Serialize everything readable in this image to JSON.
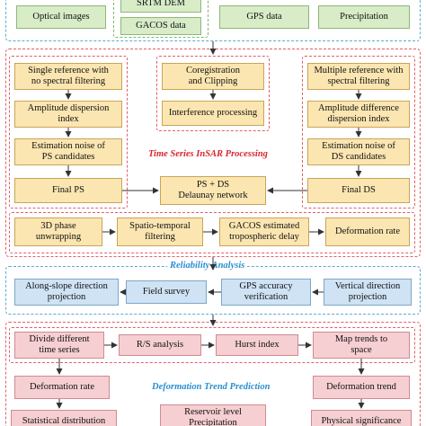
{
  "data_sources": {
    "optical": "Optical images",
    "srtm": "SRTM DEM",
    "gacos": "GACOS data",
    "gps": "GPS data",
    "precip": "Precipitation"
  },
  "insar": {
    "title": "Time Series InSAR Processing",
    "ps_ref": "Single reference with\nno spectral filtering",
    "ps_amp": "Amplitude dispersion\nindex",
    "ps_noise": "Estimation noise of\nPS candidates",
    "ps_final": "Final PS",
    "coreg": "Coregistration\nand Clipping",
    "interf": "Interference processing",
    "psds": "PS + DS\nDelaunay network",
    "ds_ref": "Multiple reference with\nspectral filtering",
    "ds_amp": "Amplitude difference\ndispersion index",
    "ds_noise": "Estimation noise of\nDS candidates",
    "ds_final": "Final DS",
    "unwrap": "3D phase\nunwrapping",
    "filter": "Spatio-temporal\nfiltering",
    "gacos_delay": "GACOS estimated\ntropospheric delay",
    "defo_rate": "Deformation rate"
  },
  "reliability": {
    "title": "Reliability Analysis",
    "along_slope": "Along-slope direction\nprojection",
    "field": "Field survey",
    "gps_verify": "GPS accuracy\nverification",
    "vertical": "Vertical direction\nprojection"
  },
  "trend": {
    "title": "Deformation Trend Prediction",
    "divide": "Divide different\ntime series",
    "rs": "R/S analysis",
    "hurst": "Hurst index",
    "map": "Map trends to\nspace",
    "rate": "Deformation rate",
    "trend_box": "Deformation trend",
    "stat": "Statistical distribution",
    "reservoir": "Reservoir level\nPrecipitation",
    "physical": "Physical significance"
  }
}
